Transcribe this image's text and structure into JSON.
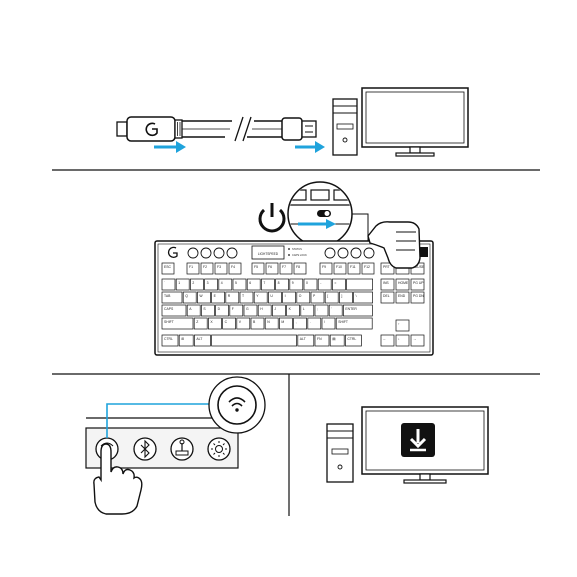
{
  "colors": {
    "arrow": "#1fa3dc",
    "ink": "#1a1a1a",
    "wire_highlight": "#1fa3dc",
    "download_badge": "#111111"
  },
  "panel1": {
    "icons": [
      "usb-cable-icon",
      "logitech-g-logo-icon",
      "cable-break-icon",
      "usb-a-plug-icon",
      "arrow-right-icon",
      "pc-tower-icon",
      "monitor-icon"
    ],
    "pc_label": "|||  |  |"
  },
  "panel2": {
    "icons": [
      "power-icon",
      "power-switch-icon",
      "keyboard-icon",
      "hand-icon"
    ],
    "keyboard": {
      "fn_row": [
        "ESC",
        "F1",
        "F2",
        "F3",
        "F4",
        "F5",
        "F6",
        "F7",
        "F8",
        "F9",
        "F10",
        "F11",
        "F12"
      ],
      "nav_labels": [
        "PRT",
        "SCRL",
        "PAUSE",
        "INS",
        "HOME",
        "PG UP",
        "DEL",
        "END",
        "PG DN"
      ],
      "num_row": [
        "`",
        "1",
        "2",
        "3",
        "4",
        "5",
        "6",
        "7",
        "8",
        "9",
        "0",
        "-",
        "="
      ],
      "q_row": [
        "TAB",
        "Q",
        "W",
        "E",
        "R",
        "T",
        "Y",
        "U",
        "I",
        "O",
        "P",
        "[",
        "]",
        "\\"
      ],
      "a_row": [
        "CAPS",
        "A",
        "S",
        "D",
        "F",
        "G",
        "H",
        "J",
        "K",
        "L",
        ";",
        "'",
        "ENTER"
      ],
      "z_row": [
        "SHIFT",
        "Z",
        "X",
        "C",
        "V",
        "B",
        "N",
        "M",
        ",",
        ".",
        "/",
        "SHIFT"
      ],
      "bottom_row": [
        "CTRL",
        "⊞",
        "ALT",
        "",
        "ALT",
        "FN",
        "▤",
        "CTRL"
      ],
      "arrows": [
        "↑",
        "←",
        "↓",
        "→"
      ],
      "display_text": "LIGHTSPEED",
      "status_labels": [
        "STATUS",
        "CAPS LOCK"
      ]
    }
  },
  "panel3": {
    "icons": [
      "wifi-icon",
      "lightspeed-button-icon",
      "bluetooth-icon",
      "game-mode-icon",
      "brightness-icon",
      "hand-icon"
    ]
  },
  "panel4": {
    "icons": [
      "pc-tower-icon",
      "monitor-icon",
      "download-icon"
    ],
    "pc_label": "|||  |  |"
  }
}
